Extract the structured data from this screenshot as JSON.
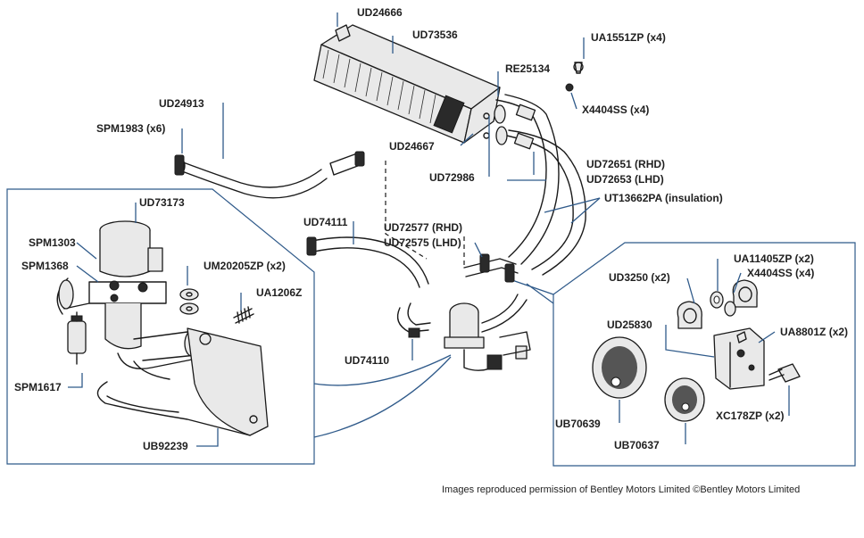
{
  "diagram": {
    "credit": "Images reproduced permission of Bentley Motors Limited ©Bentley Motors Limited",
    "labels": {
      "ud24666": "UD24666",
      "ud73536": "UD73536",
      "ua1551zp": "UA1551ZP (x4)",
      "re25134": "RE25134",
      "x4404ss_top": "X4404SS (x4)",
      "ud24913": "UD24913",
      "spm1983": "SPM1983 (x6)",
      "ud24667": "UD24667",
      "ud72651": "UD72651 (RHD)",
      "ud72986": "UD72986",
      "ud72653": "UD72653 (LHD)",
      "ut13662pa": "UT13662PA (insulation)",
      "ud73173": "UD73173",
      "ud74111": "UD74111",
      "ud72577": "UD72577 (RHD)",
      "ud72575": "UD72575 (LHD)",
      "spm1303": "SPM1303",
      "spm1368": "SPM1368",
      "um20205zp": "UM20205ZP (x2)",
      "ua1206z": "UA1206Z",
      "ua11405zp": "UA11405ZP (x2)",
      "ud3250": "UD3250 (x2)",
      "x4404ss_right": "X4404SS (x4)",
      "ud25830": "UD25830",
      "ua8801z": "UA8801Z (x2)",
      "ud74110": "UD74110",
      "spm1617": "SPM1617",
      "ub70639": "UB70639",
      "xc178zp": "XC178ZP (x2)",
      "ub92239": "UB92239",
      "ub70637": "UB70637"
    }
  }
}
